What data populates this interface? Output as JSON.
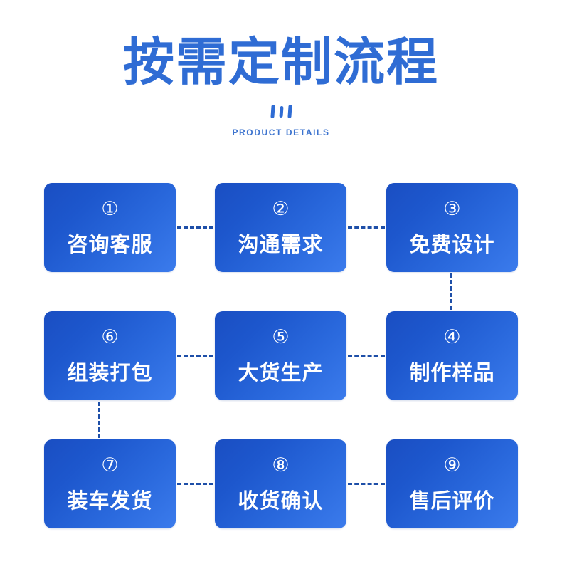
{
  "header": {
    "title": "按需定制流程",
    "subtitle": "PRODUCT DETAILS",
    "title_color": "#2f6cd4",
    "subtitle_color": "#3d74cf",
    "divider_marks": 3
  },
  "theme": {
    "background": "#ffffff",
    "card_gradient_start": "#1a4ec2",
    "card_gradient_end": "#3b7bec",
    "card_text": "#ffffff",
    "connector_color": "#1e4fa8"
  },
  "flow": {
    "columns": 3,
    "rows": 3,
    "order": "serpentine",
    "steps": [
      {
        "number": "①",
        "value": 1,
        "label": "咨询客服"
      },
      {
        "number": "②",
        "value": 2,
        "label": "沟通需求"
      },
      {
        "number": "③",
        "value": 3,
        "label": "免费设计"
      },
      {
        "number": "④",
        "value": 4,
        "label": "制作样品"
      },
      {
        "number": "⑤",
        "value": 5,
        "label": "大货生产"
      },
      {
        "number": "⑥",
        "value": 6,
        "label": "组装打包"
      },
      {
        "number": "⑦",
        "value": 7,
        "label": "装车发货"
      },
      {
        "number": "⑧",
        "value": 8,
        "label": "收货确认"
      },
      {
        "number": "⑨",
        "value": 9,
        "label": "售后评价"
      }
    ],
    "connectors": [
      {
        "from": 1,
        "to": 2,
        "orientation": "horizontal"
      },
      {
        "from": 2,
        "to": 3,
        "orientation": "horizontal"
      },
      {
        "from": 3,
        "to": 4,
        "orientation": "vertical"
      },
      {
        "from": 4,
        "to": 5,
        "orientation": "horizontal"
      },
      {
        "from": 5,
        "to": 6,
        "orientation": "horizontal"
      },
      {
        "from": 6,
        "to": 7,
        "orientation": "vertical"
      },
      {
        "from": 7,
        "to": 8,
        "orientation": "horizontal"
      },
      {
        "from": 8,
        "to": 9,
        "orientation": "horizontal"
      }
    ]
  }
}
